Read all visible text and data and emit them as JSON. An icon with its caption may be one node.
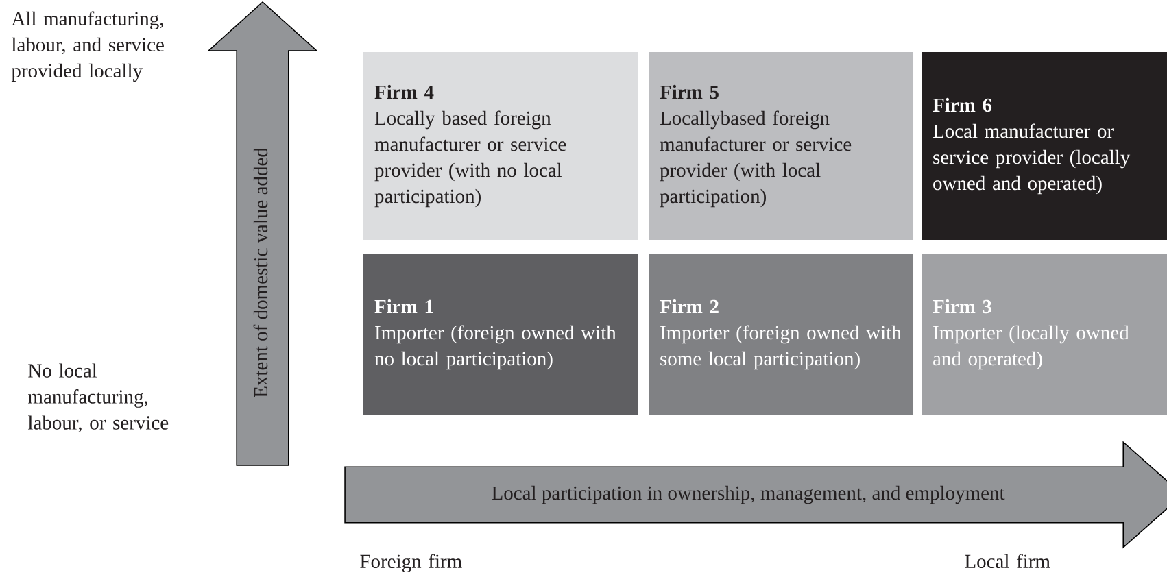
{
  "diagram": {
    "nodes": [
      {
        "text": [
          "Firm 4",
          "Locally based foreign manufacturer or service provider (with no local participation)"
        ]
      },
      {
        "text": [
          "Firm 5",
          "Locallybased foreign manufacturer or service provider (with local participation)"
        ]
      },
      {
        "text": [
          "Firm 6",
          "Local manufacturer or service provider (locally owned and operated)"
        ]
      },
      {
        "text": [
          "Firm 1",
          "Importer (foreign owned with no local participation)"
        ]
      },
      {
        "text": [
          "Firm 2",
          "Importer (foreign owned with some local participation)"
        ]
      },
      {
        "text": [
          "Firm 3",
          "Importer (locally owned and operated)"
        ]
      },
      {
        "text": [
          "Extent of domestic value added"
        ]
      },
      {
        "text": [
          "Local participation in ownership, management, and employment"
        ]
      }
    ],
    "labels": [
      "All manufacturing, labour, and service provided locally",
      "No local manufacturing, labour, or service",
      "Foreign firm",
      "Local firm"
    ]
  }
}
